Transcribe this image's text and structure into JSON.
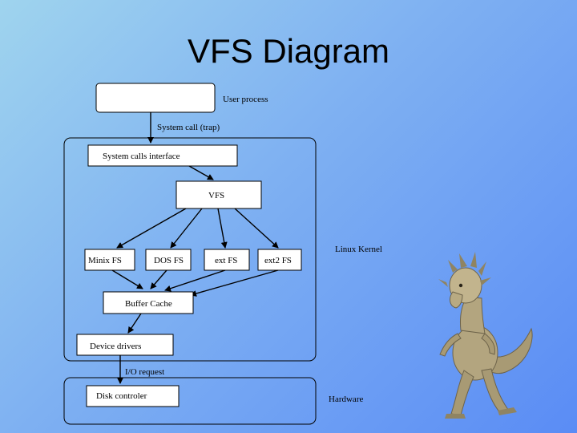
{
  "slide": {
    "title": "VFS Diagram"
  },
  "diagram": {
    "user_process": "User process",
    "system_call": "System call (trap)",
    "system_calls_interface": "System calls interface",
    "vfs": "VFS",
    "filesystems": [
      "Minix FS",
      "DOS FS",
      "ext FS",
      "ext2 FS"
    ],
    "buffer_cache": "Buffer Cache",
    "device_drivers": "Device drivers",
    "io_request": "I/O request",
    "linux_kernel": "Linux Kernel",
    "disk_controller": "Disk controler",
    "hardware": "Hardware"
  },
  "colors": {
    "bg_light": "#9fd4ee",
    "bg_dark": "#5a8cf5",
    "dino_body": "#a89a74"
  }
}
